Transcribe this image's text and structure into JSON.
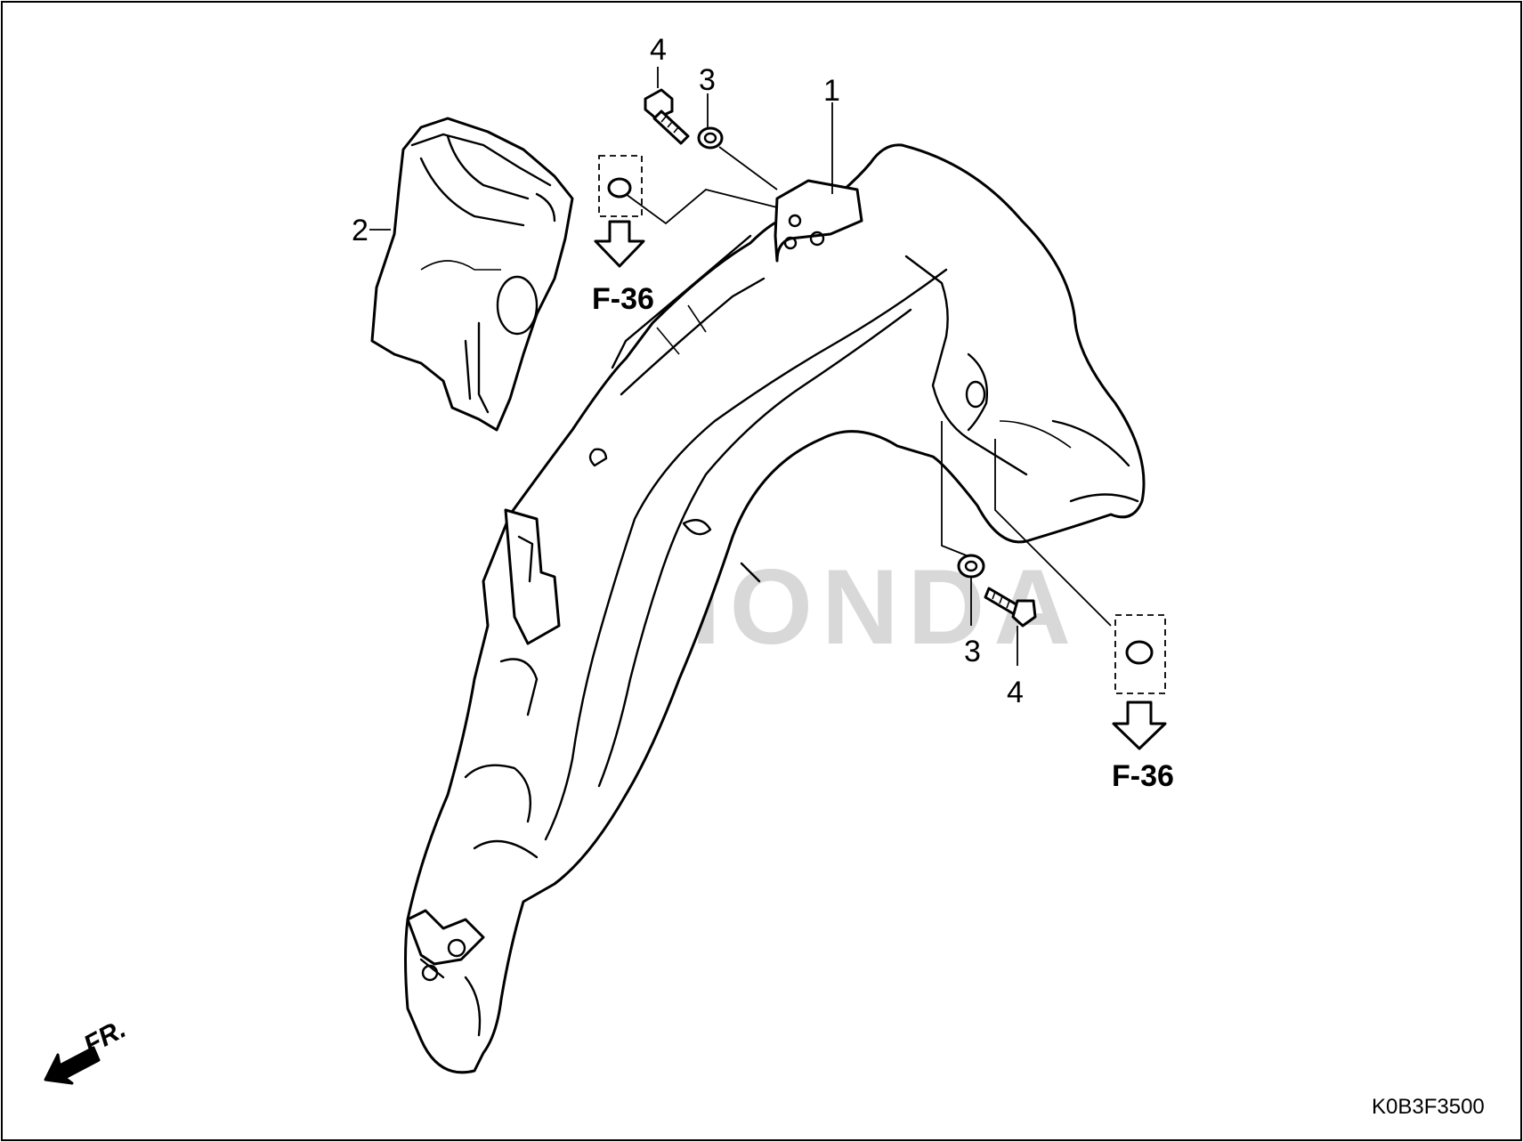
{
  "diagram": {
    "watermark": "HONDA",
    "parts": [
      {
        "number": "1",
        "name": "rear-fender"
      },
      {
        "number": "2",
        "name": "rear-fender-upper-cover"
      },
      {
        "number": "3",
        "name": "collar"
      },
      {
        "number": "4",
        "name": "bolt"
      }
    ],
    "callouts": {
      "part1": "1",
      "part2": "2",
      "part3_top": "3",
      "part4_top": "4",
      "part3_bottom": "3",
      "part4_bottom": "4"
    },
    "references": {
      "ref_left": "F-36",
      "ref_right": "F-36"
    },
    "direction_label": "FR.",
    "diagram_code": "K0B3F3500"
  }
}
